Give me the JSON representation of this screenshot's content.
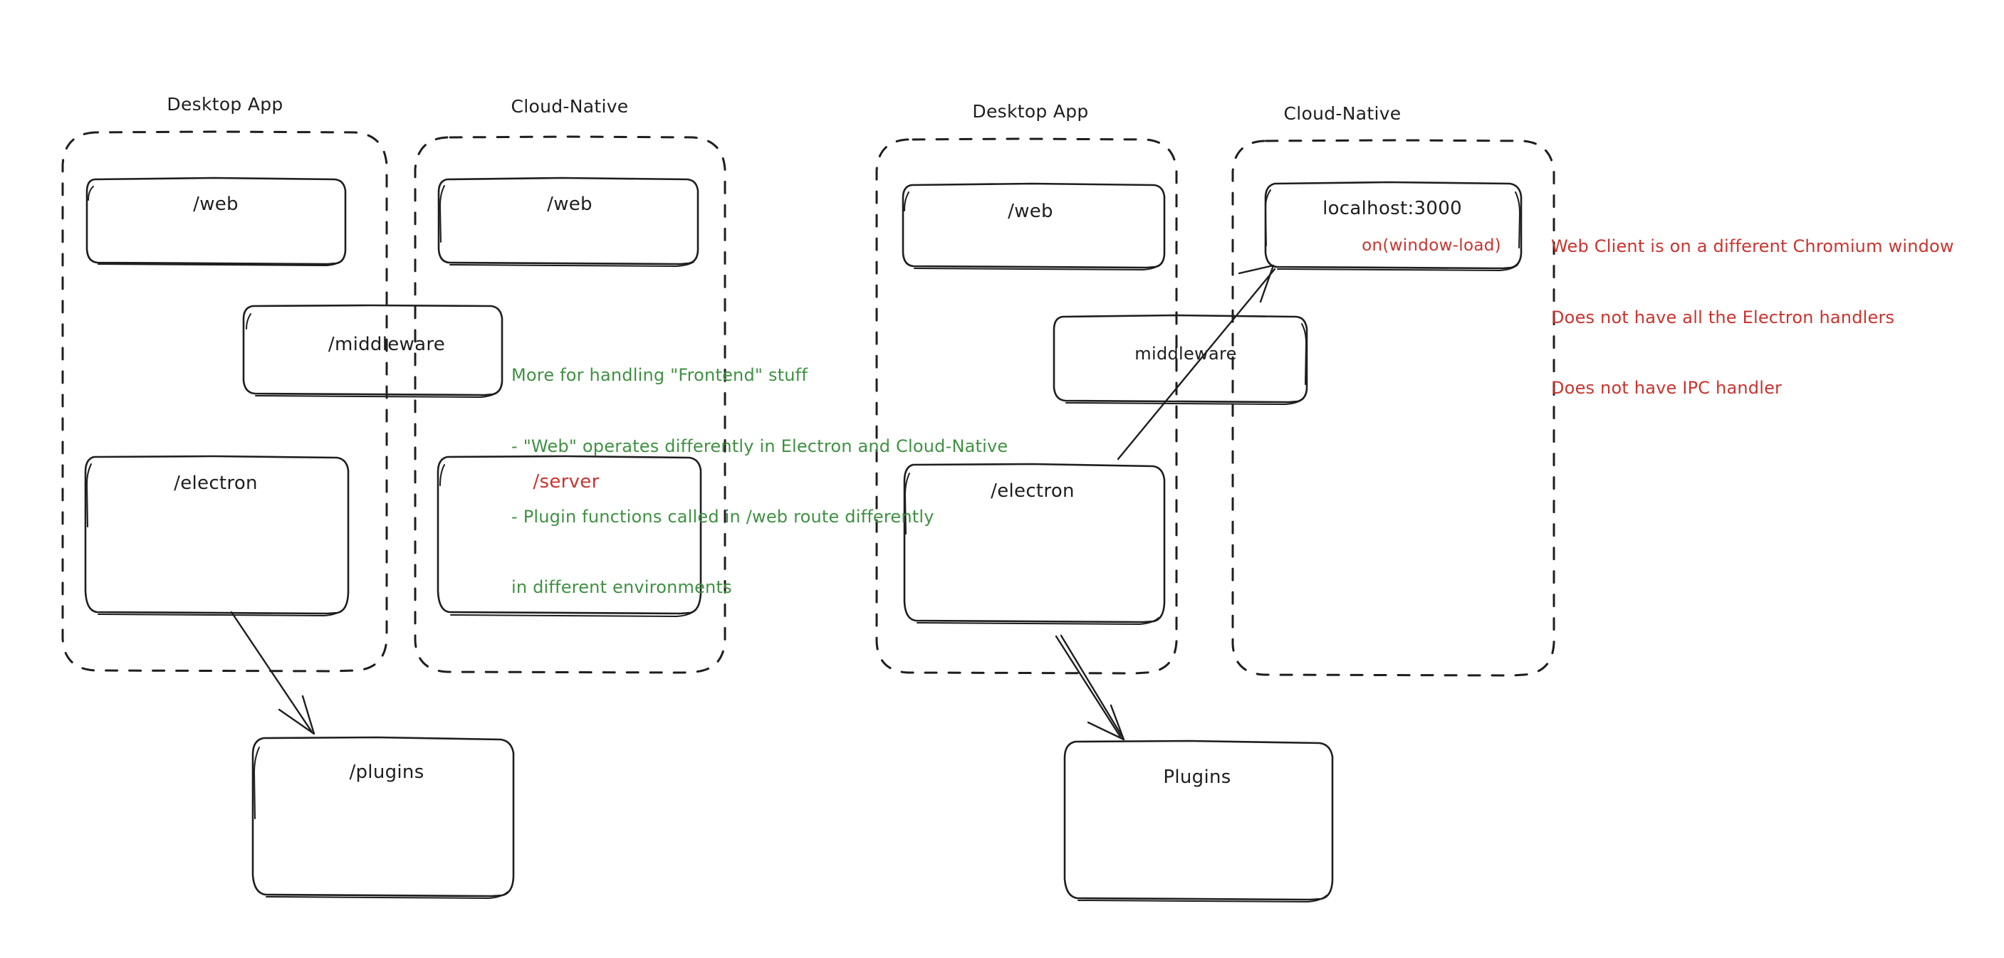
{
  "diagram": {
    "title": "Desktop App vs Cloud-Native architecture comparison",
    "background": "#ffffff",
    "colors": {
      "stroke": "#1e1e1e",
      "red": "#c9342f",
      "green": "#3f9142"
    }
  },
  "left_diagram": {
    "groups": [
      {
        "label": "Desktop App"
      },
      {
        "label": "Cloud-Native"
      }
    ],
    "boxes": [
      {
        "label": "/web",
        "color": "#1e1e1e"
      },
      {
        "label": "/web",
        "color": "#1e1e1e"
      },
      {
        "label": "/middleware",
        "color": "#1e1e1e"
      },
      {
        "label": "/electron",
        "color": "#1e1e1e"
      },
      {
        "label": "/server",
        "color": "#c9342f"
      },
      {
        "label": "/plugins",
        "color": "#1e1e1e"
      }
    ],
    "note_green": {
      "lines": [
        "More for handling \"Frontend\" stuff",
        "- \"Web\" operates differently in Electron and Cloud-Native",
        "- Plugin functions called in /web route differently",
        "in different environments"
      ]
    }
  },
  "right_diagram": {
    "groups": [
      {
        "label": "Desktop App"
      },
      {
        "label": "Cloud-Native"
      }
    ],
    "boxes": [
      {
        "label": "/web",
        "color": "#1e1e1e"
      },
      {
        "label": "localhost:3000",
        "color": "#1e1e1e"
      },
      {
        "label": "on(window-load)",
        "color": "#c9342f"
      },
      {
        "label": "middleware",
        "color": "#1e1e1e"
      },
      {
        "label": "/electron",
        "color": "#1e1e1e"
      },
      {
        "label": "Plugins",
        "color": "#1e1e1e"
      }
    ],
    "note_red": {
      "lines": [
        "Web Client is on a different Chromium window",
        "Does not have all the Electron handlers",
        "Does not have IPC handler"
      ]
    }
  }
}
